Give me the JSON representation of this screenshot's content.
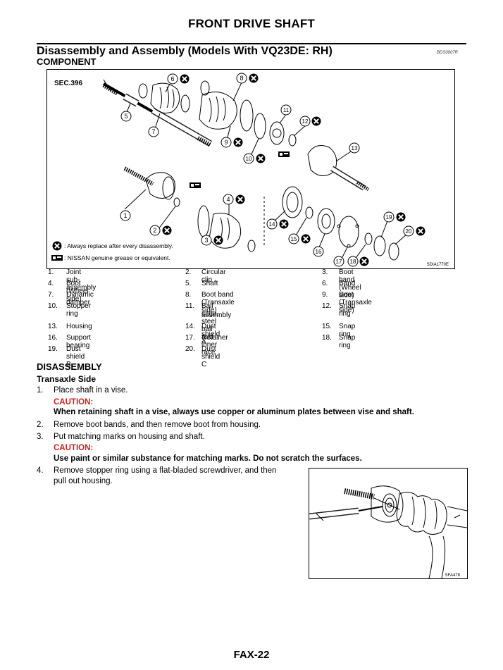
{
  "header": {
    "title": "FRONT DRIVE SHAFT"
  },
  "section": {
    "title": "Disassembly and Assembly (Models With VQ23DE: RH)",
    "code": "BDS0007R",
    "subtitle": "COMPONENT"
  },
  "figure_main": {
    "sec_label": "SEC.396",
    "legend_replace": ": Always replace after every disassembly.",
    "legend_grease": ": NISSAN genuine grease or equivalent.",
    "figure_id": "SDIA1770E",
    "callouts": [
      "1",
      "2",
      "3",
      "4",
      "5",
      "6",
      "7",
      "8",
      "9",
      "10",
      "11",
      "12",
      "13",
      "14",
      "15",
      "16",
      "17",
      "18",
      "19",
      "20"
    ]
  },
  "parts_list": [
    [
      {
        "num": "1.",
        "name": "Joint sub-assembly"
      },
      {
        "num": "2.",
        "name": "Circular clip"
      },
      {
        "num": "3.",
        "name": "Boot band (Wheel side)"
      }
    ],
    [
      {
        "num": "4.",
        "name": "Boot (Wheel side)"
      },
      {
        "num": "5.",
        "name": "Shaft"
      },
      {
        "num": "6.",
        "name": "Band"
      }
    ],
    [
      {
        "num": "7.",
        "name": "Dynamic damper"
      },
      {
        "num": "8.",
        "name": "Boot band (Transaxle side)"
      },
      {
        "num": "9.",
        "name": "Boot (Transaxle side)"
      }
    ],
    [
      {
        "num": "10.",
        "name": "Stopper ring"
      },
      {
        "num": "11.",
        "name": "Ball cage, steel ball and inner race",
        "name2": "assembly"
      },
      {
        "num": "12.",
        "name": "Snap ring"
      }
    ],
    [
      {
        "num": "13.",
        "name": "Housing"
      },
      {
        "num": "14.",
        "name": "Dust shield A"
      },
      {
        "num": "15.",
        "name": "Snap ring"
      }
    ],
    [
      {
        "num": "16.",
        "name": "Support bearing"
      },
      {
        "num": "17.",
        "name": "Retainer"
      },
      {
        "num": "18.",
        "name": "Snap ring"
      }
    ],
    [
      {
        "num": "19.",
        "name": "Dust shield B"
      },
      {
        "num": "20.",
        "name": "Dust shield C"
      }
    ]
  ],
  "disassembly": {
    "heading": "DISASSEMBLY",
    "subheading": "Transaxle Side",
    "steps": [
      {
        "num": "1.",
        "text": "Place shaft in a vise."
      },
      {
        "num": "2.",
        "text": "Remove boot bands, and then remove boot from housing."
      },
      {
        "num": "3.",
        "text": "Put matching marks on housing and shaft."
      },
      {
        "num": "4.",
        "text": "Remove stopper ring using a flat-bladed screwdriver, and then",
        "text2": "pull out housing."
      }
    ],
    "caution_label": "CAUTION:",
    "caution1": "When retaining shaft in a vise, always use copper or aluminum plates between vise and shaft.",
    "caution2": "Use paint or similar substance for matching marks. Do not scratch the surfaces."
  },
  "figure_small": {
    "figure_id": "SFA478"
  },
  "footer": {
    "page": "FAX-22"
  },
  "colors": {
    "caution": "#d02020",
    "text": "#000000"
  }
}
